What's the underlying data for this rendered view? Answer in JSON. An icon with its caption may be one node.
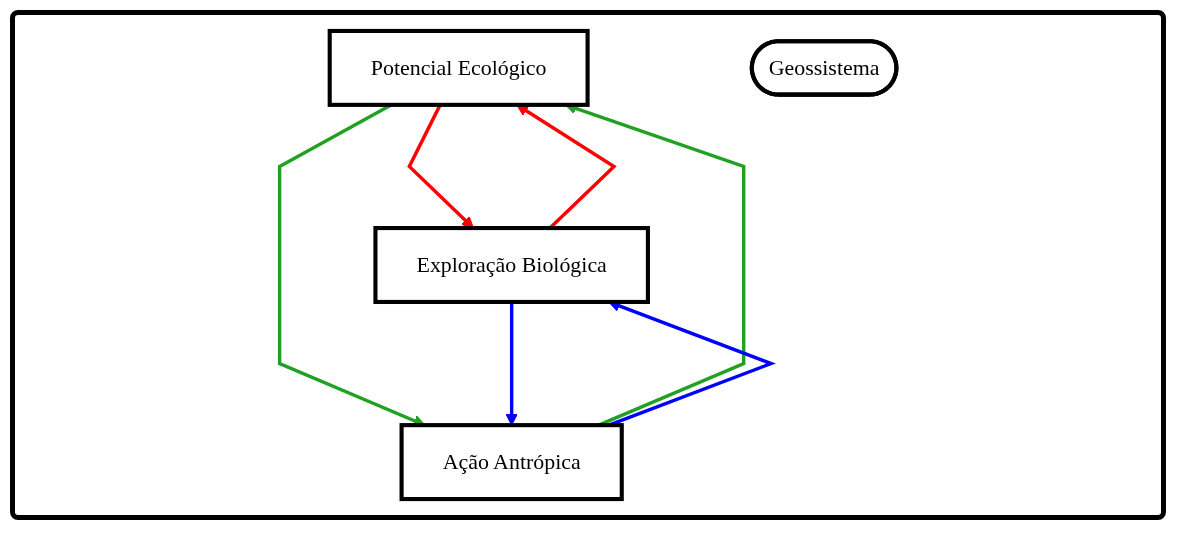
{
  "diagram": {
    "nodes": [
      {
        "text": [
          "Potencial Ecológico"
        ]
      },
      {
        "text": [
          "Exploração Biológica"
        ]
      },
      {
        "text": [
          "Geossistema"
        ]
      },
      {
        "text": [
          "Ação Antrópica"
        ]
      }
    ],
    "edges": [
      {
        "from": 1,
        "to": 0,
        "arrow": "to",
        "color": "#ff0000"
      },
      {
        "from": 0,
        "to": 1,
        "arrow": "to",
        "color": "#ff0000"
      },
      {
        "from": 0,
        "to": 3,
        "arrow": "to",
        "color": "#22a022"
      },
      {
        "from": 3,
        "to": 0,
        "arrow": "to",
        "color": "#22a022"
      },
      {
        "from": 1,
        "to": 3,
        "arrow": "to",
        "color": "#0000ff"
      },
      {
        "from": 3,
        "to": 1,
        "arrow": "to",
        "color": "#0000ff"
      }
    ]
  }
}
